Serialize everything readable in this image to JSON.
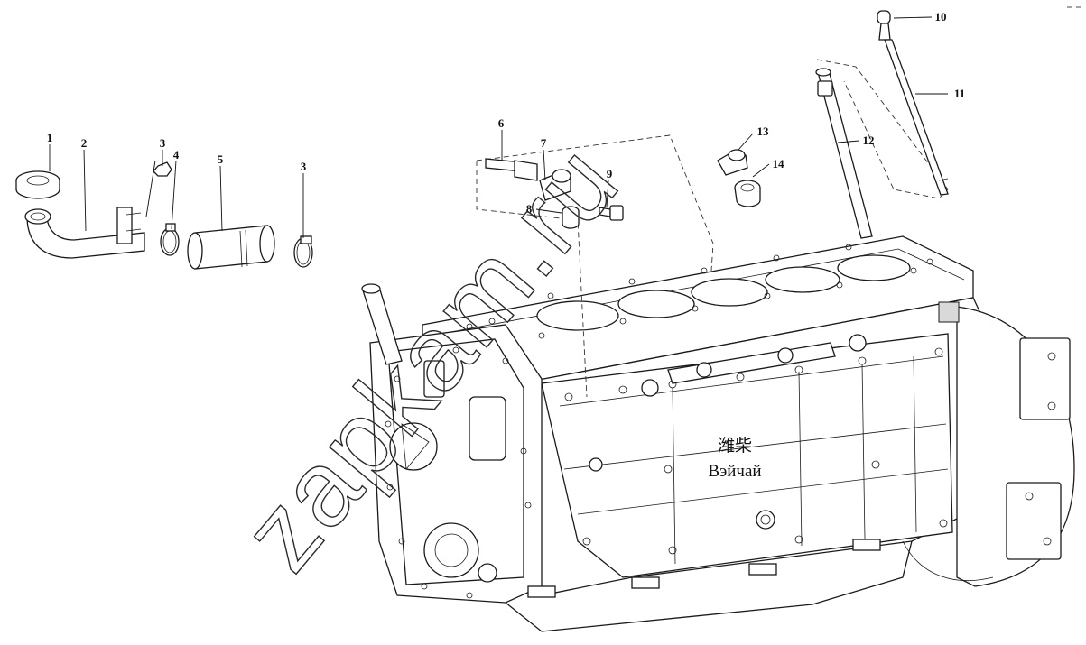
{
  "diagram": {
    "brand_cn": "潍柴",
    "brand_ru": "Вэйчай",
    "watermark": "zapkam.ru",
    "parts": [
      {
        "id": "p1",
        "label": "1"
      },
      {
        "id": "p2",
        "label": "2"
      },
      {
        "id": "p3a",
        "label": "3"
      },
      {
        "id": "p4",
        "label": "4"
      },
      {
        "id": "p5",
        "label": "5"
      },
      {
        "id": "p3b",
        "label": "3"
      },
      {
        "id": "p6",
        "label": "6"
      },
      {
        "id": "p7",
        "label": "7"
      },
      {
        "id": "p8",
        "label": "8"
      },
      {
        "id": "p9",
        "label": "9"
      },
      {
        "id": "p10",
        "label": "10"
      },
      {
        "id": "p11",
        "label": "11"
      },
      {
        "id": "p12",
        "label": "12"
      },
      {
        "id": "p13",
        "label": "13"
      },
      {
        "id": "p14",
        "label": "14"
      }
    ]
  }
}
